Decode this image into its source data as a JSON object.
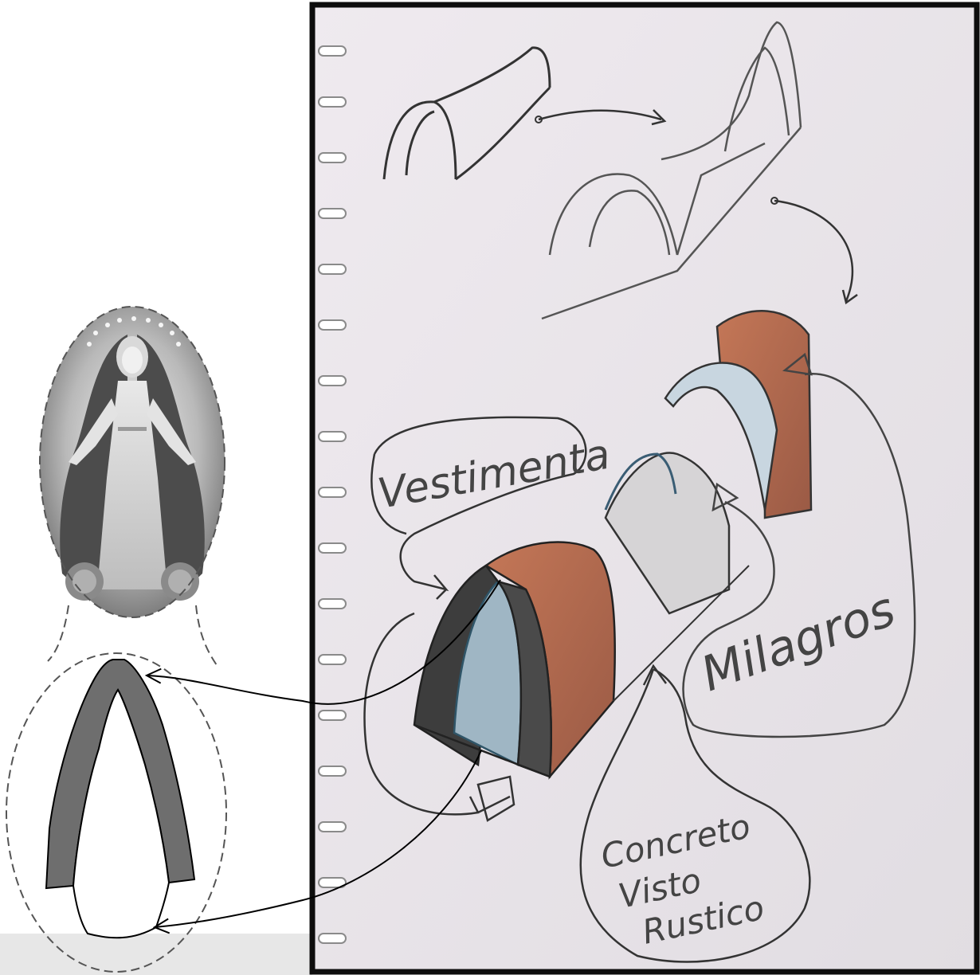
{
  "labels": {
    "vestimenta": "Vestimenta",
    "milagros": "Milagros",
    "concreto_line1": "Concreto",
    "concreto_line2": "Visto",
    "concreto_line3": "Rustico"
  },
  "colors": {
    "paper": "#e9e5ea",
    "frame": "#0d0d0d",
    "concrete_dark": "#3d3d3d",
    "terracotta": "#b76a4c",
    "glass_blue": "#7fa4bd",
    "arch_gray": "#6e6e6e"
  },
  "images": {
    "virgin_figure": "virgin-mary-medallion",
    "sketchbook": "architecture-sketch-notebook"
  }
}
